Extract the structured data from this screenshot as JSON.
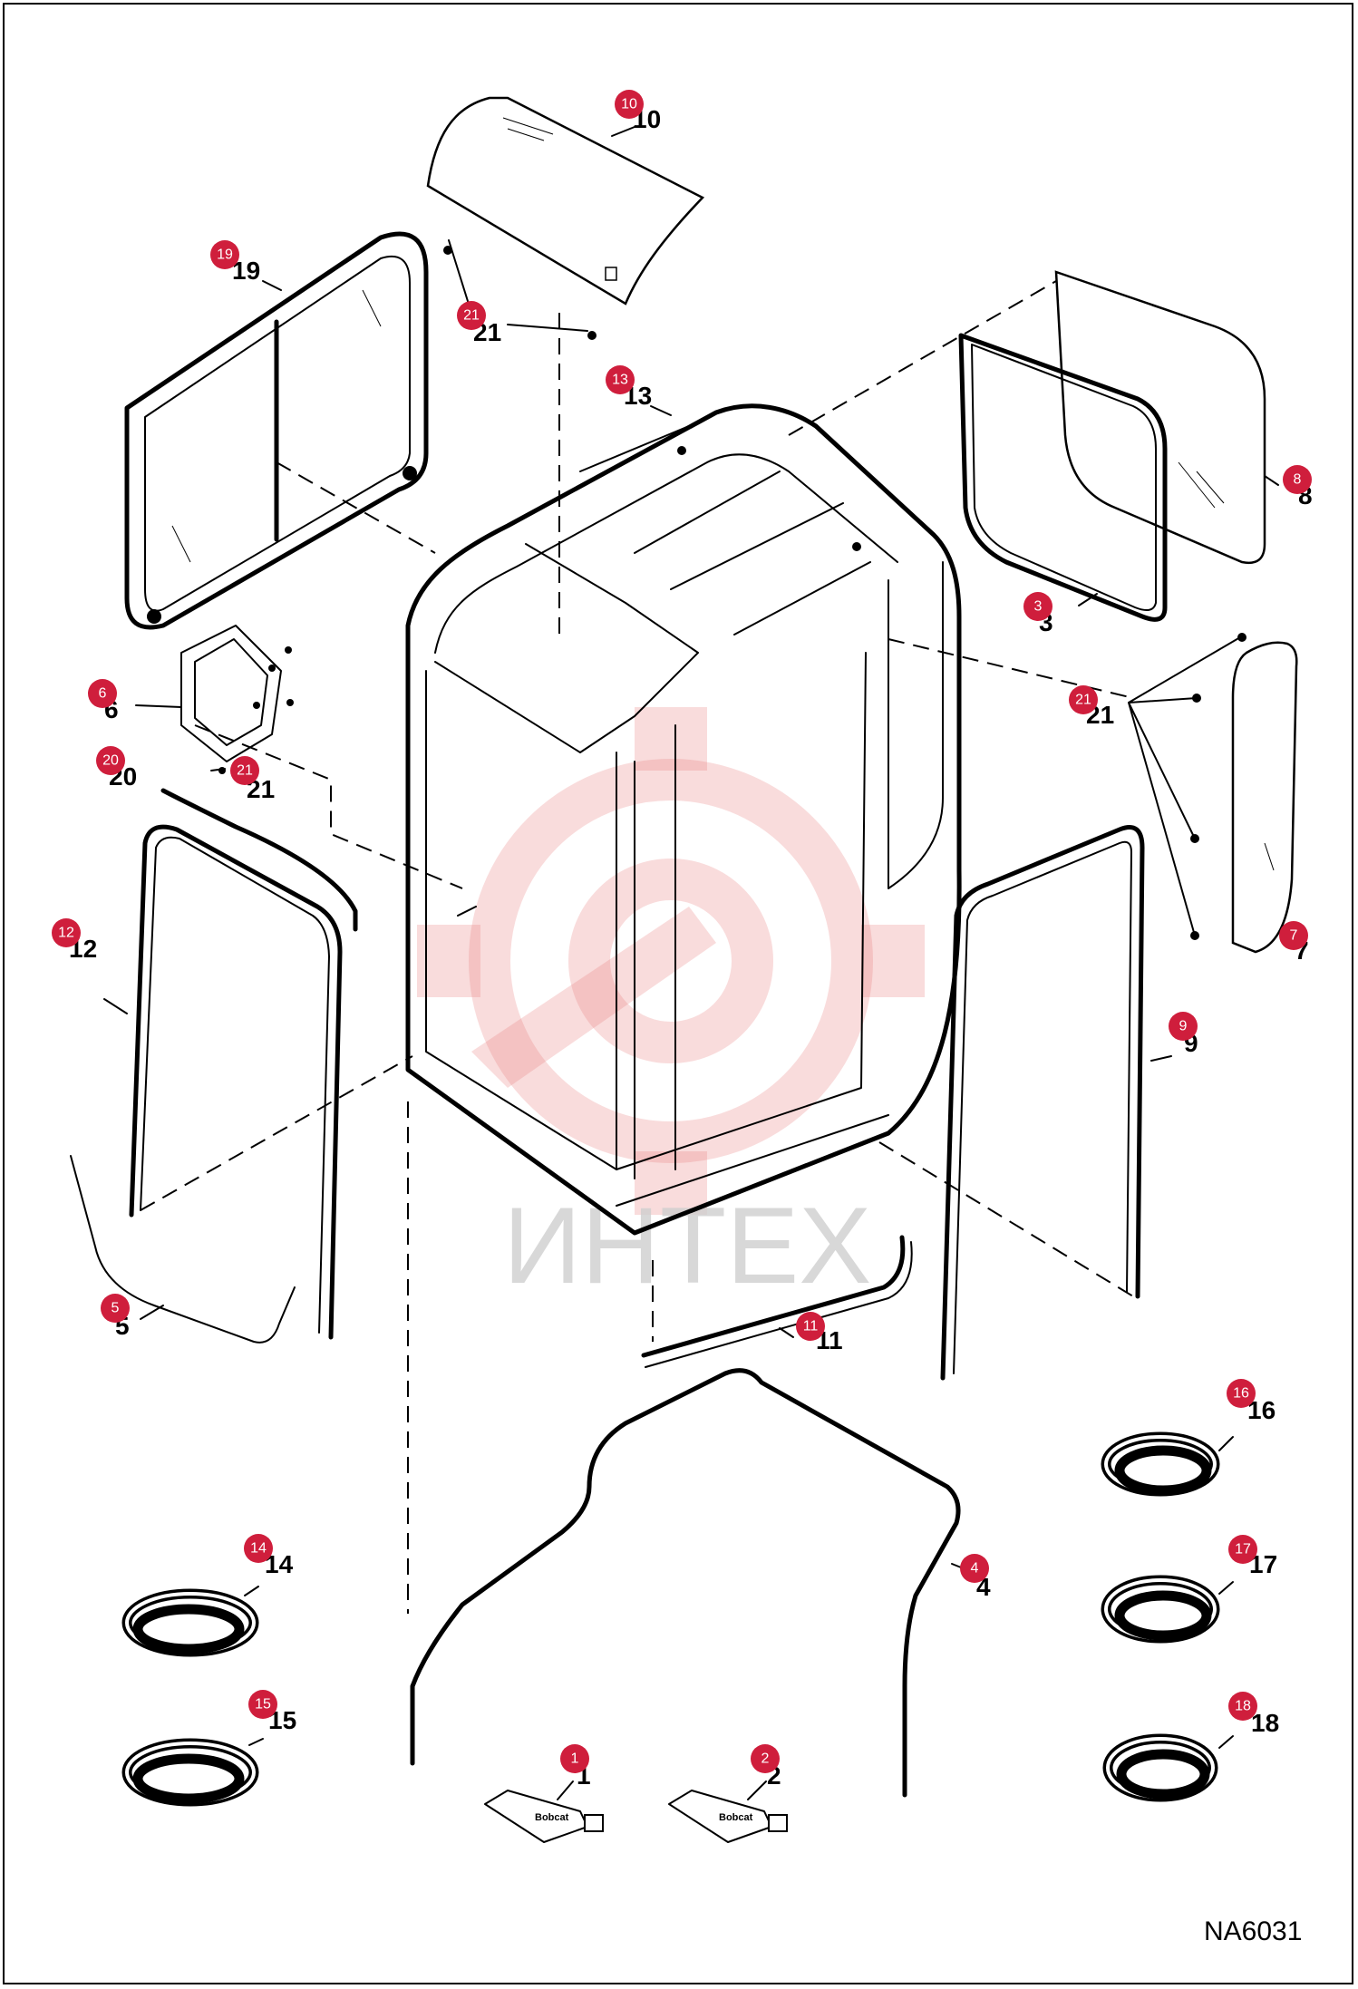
{
  "watermark": {
    "text": "ИНТЕХ",
    "color": "#e98080"
  },
  "badge_color": "#cf1e3c",
  "drawing_code": "NA6031",
  "tube_brand": "Bobcat",
  "callouts": [
    {
      "id": "c10",
      "badge": "10",
      "label": "10"
    },
    {
      "id": "c19",
      "badge": "19",
      "label": "19"
    },
    {
      "id": "c21a",
      "badge": "21",
      "label": "21"
    },
    {
      "id": "c13",
      "badge": "13",
      "label": "13"
    },
    {
      "id": "c8",
      "badge": "8",
      "label": "8"
    },
    {
      "id": "c3",
      "badge": "3",
      "label": "3"
    },
    {
      "id": "c6",
      "badge": "6",
      "label": "6"
    },
    {
      "id": "c21b",
      "badge": "21",
      "label": "21"
    },
    {
      "id": "c21c",
      "badge": "21",
      "label": "21"
    },
    {
      "id": "c20",
      "badge": "20",
      "label": "20"
    },
    {
      "id": "c12",
      "badge": "12",
      "label": "12"
    },
    {
      "id": "c7",
      "badge": "7",
      "label": "7"
    },
    {
      "id": "c9",
      "badge": "9",
      "label": "9"
    },
    {
      "id": "c5",
      "badge": "5",
      "label": "5"
    },
    {
      "id": "c11",
      "badge": "11",
      "label": "11"
    },
    {
      "id": "c16",
      "badge": "16",
      "label": "16"
    },
    {
      "id": "c4",
      "badge": "4",
      "label": "4"
    },
    {
      "id": "c14",
      "badge": "14",
      "label": "14"
    },
    {
      "id": "c17",
      "badge": "17",
      "label": "17"
    },
    {
      "id": "c15",
      "badge": "15",
      "label": "15"
    },
    {
      "id": "c18",
      "badge": "18",
      "label": "18"
    },
    {
      "id": "c1",
      "badge": "1",
      "label": "1"
    },
    {
      "id": "c2",
      "badge": "2",
      "label": "2"
    }
  ]
}
